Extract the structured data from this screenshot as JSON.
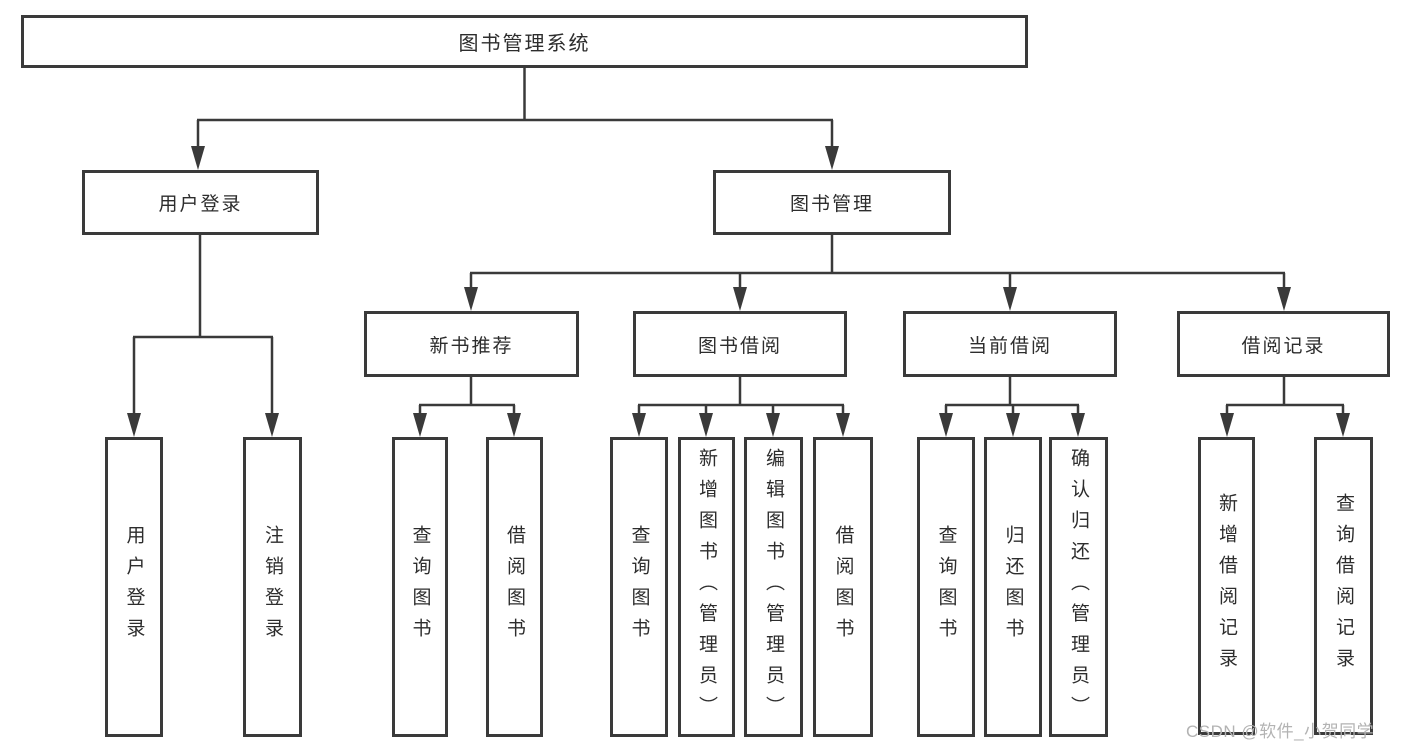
{
  "tree": {
    "label": "图书管理系统",
    "children": [
      {
        "label": "用户登录",
        "children": [
          {
            "label": "用户登录"
          },
          {
            "label": "注销登录"
          }
        ]
      },
      {
        "label": "图书管理",
        "children": [
          {
            "label": "新书推荐",
            "children": [
              {
                "label": "查询图书"
              },
              {
                "label": "借阅图书"
              }
            ]
          },
          {
            "label": "图书借阅",
            "children": [
              {
                "label": "查询图书"
              },
              {
                "label": "新增图书（管理员）"
              },
              {
                "label": "编辑图书（管理员）"
              },
              {
                "label": "借阅图书"
              }
            ]
          },
          {
            "label": "当前借阅",
            "children": [
              {
                "label": "查询图书"
              },
              {
                "label": "归还图书"
              },
              {
                "label": "确认归还（管理员）"
              }
            ]
          },
          {
            "label": "借阅记录",
            "children": [
              {
                "label": "新增借阅记录"
              },
              {
                "label": "查询借阅记录"
              }
            ]
          }
        ]
      }
    ]
  },
  "watermark": {
    "text": "CSDN @软件_小贺同学"
  },
  "colors": {
    "line": "#3a3a3a",
    "text": "#2d2d2d",
    "box_bg": "#ffffff",
    "background": "#ffffff",
    "watermark": "#b3b3b3"
  }
}
